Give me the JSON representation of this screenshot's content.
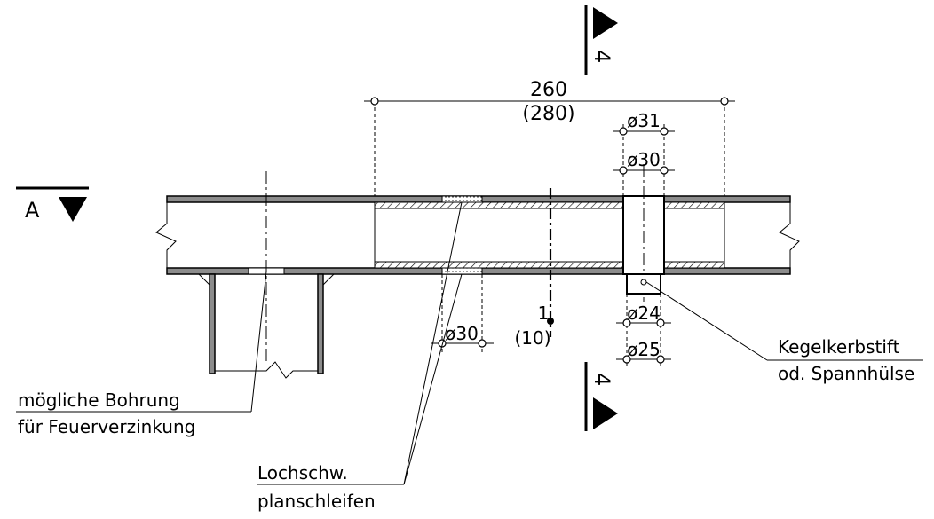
{
  "section_a": {
    "letter": "A"
  },
  "section_4": {
    "top_number": "4",
    "bottom_number": "4"
  },
  "dimensions": {
    "overall": "260",
    "overall_alt": "(280)",
    "d31": "ø31",
    "d30_top": "ø30",
    "d24": "ø24",
    "d25": "ø25",
    "d30_hole": "ø30",
    "gap": "1",
    "gap_alt": "(10)"
  },
  "labels": {
    "bohrung_line1": "mögliche Bohrung",
    "bohrung_line2": "für Feuerverzinkung",
    "lochschw_line1": "Lochschw.",
    "lochschw_line2": "planschleifen",
    "kegel_line1": "Kegelkerbstift",
    "kegel_line2": "od. Spannhülse"
  },
  "colors": {
    "line": "#000000",
    "plate_fill": "#8c8c8c",
    "background": "#ffffff"
  }
}
